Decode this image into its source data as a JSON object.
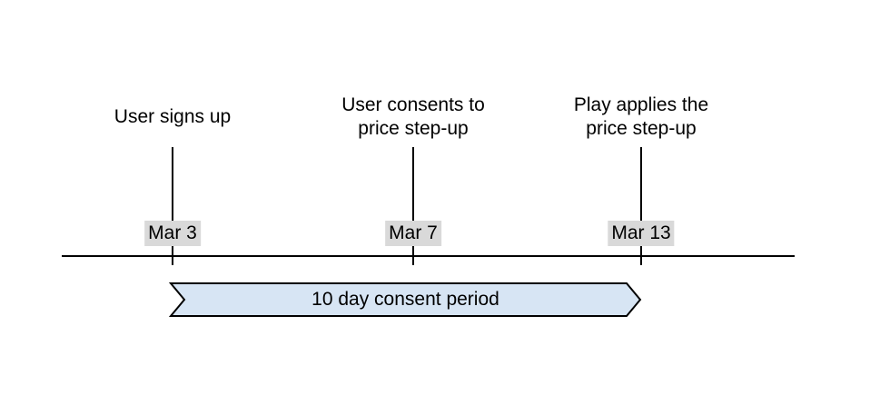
{
  "colors": {
    "background": "#ffffff",
    "axis_line": "#000000",
    "tick_line": "#000000",
    "text": "#000000",
    "date_label_bg": "#d9d9d9",
    "banner_fill": "#d7e5f4",
    "banner_border": "#000000"
  },
  "timeline": {
    "events": [
      {
        "label": "User signs up",
        "date": "Mar 3"
      },
      {
        "label": "User consents to\nprice step-up",
        "date": "Mar 7"
      },
      {
        "label": "Play applies the\nprice step-up",
        "date": "Mar 13"
      }
    ]
  },
  "banner": {
    "label": "10 day consent period",
    "fill": "#d7e5f4"
  }
}
